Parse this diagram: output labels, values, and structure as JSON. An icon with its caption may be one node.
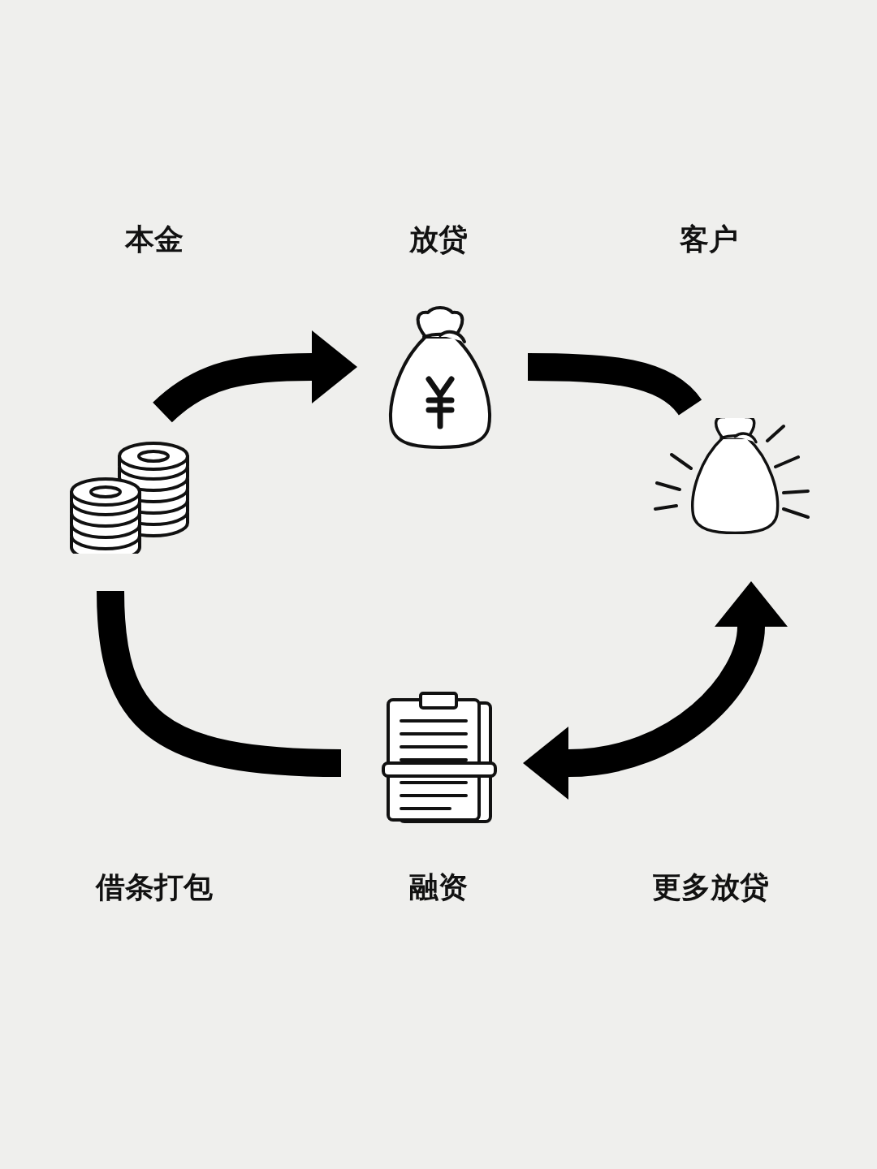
{
  "diagram": {
    "nodes": [
      {
        "text": [],
        "shape": "picture"
      },
      {
        "text": [],
        "shape": "picture"
      },
      {
        "text": [],
        "shape": "picture"
      },
      {
        "text": [],
        "shape": "picture"
      }
    ],
    "edges": [
      {
        "from": 0,
        "to": 1,
        "arrow": "to"
      },
      {
        "from": 1,
        "to": 2,
        "arrow": "none"
      },
      {
        "from": 3,
        "to": 2,
        "arrow": "both"
      },
      {
        "from": 0,
        "to": 3,
        "arrow": "none"
      }
    ],
    "labels": [
      "本金",
      "放贷",
      "客户",
      "借条打包",
      "融资",
      "更多放贷"
    ]
  }
}
